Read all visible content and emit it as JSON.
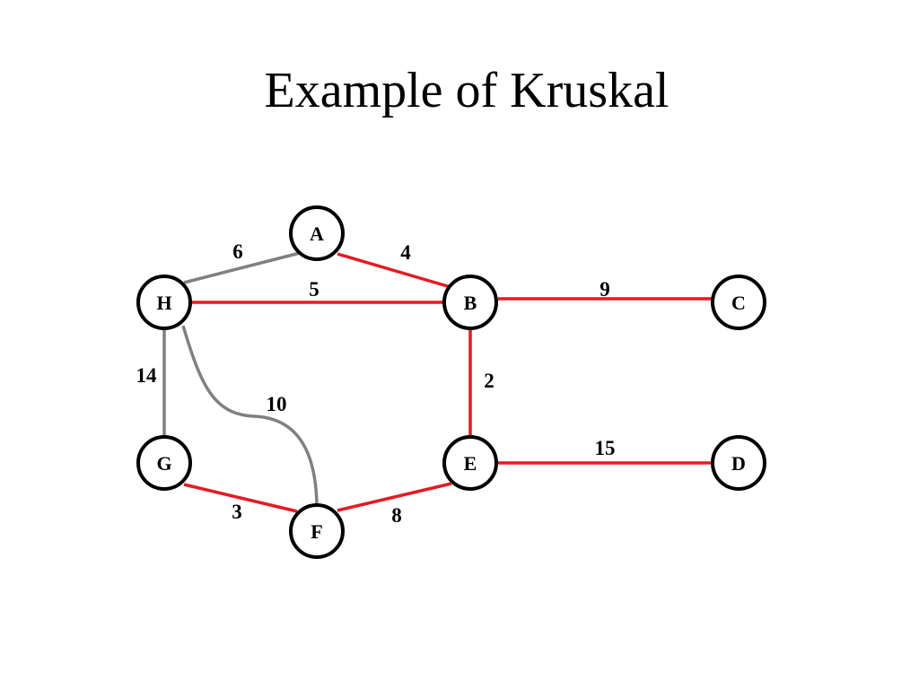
{
  "title": "Example of Kruskal",
  "colors": {
    "mst_edge": "#e31b23",
    "non_mst_edge": "#808080",
    "node_fill": "#ffffff",
    "node_stroke": "#000000",
    "text": "#000000"
  },
  "nodes": {
    "A": "A",
    "B": "B",
    "C": "C",
    "D": "D",
    "E": "E",
    "F": "F",
    "G": "G",
    "H": "H"
  },
  "edges": [
    {
      "id": "a-b",
      "from": "A",
      "to": "B",
      "weight": "4",
      "in_mst": true
    },
    {
      "id": "h-b",
      "from": "H",
      "to": "B",
      "weight": "5",
      "in_mst": true
    },
    {
      "id": "h-a",
      "from": "H",
      "to": "A",
      "weight": "6",
      "in_mst": false
    },
    {
      "id": "b-c",
      "from": "B",
      "to": "C",
      "weight": "9",
      "in_mst": true
    },
    {
      "id": "b-e",
      "from": "B",
      "to": "E",
      "weight": "2",
      "in_mst": true
    },
    {
      "id": "h-g",
      "from": "H",
      "to": "G",
      "weight": "14",
      "in_mst": false
    },
    {
      "id": "h-f",
      "from": "H",
      "to": "F",
      "weight": "10",
      "in_mst": false
    },
    {
      "id": "e-d",
      "from": "E",
      "to": "D",
      "weight": "15",
      "in_mst": true
    },
    {
      "id": "g-f",
      "from": "G",
      "to": "F",
      "weight": "3",
      "in_mst": true
    },
    {
      "id": "f-e",
      "from": "F",
      "to": "E",
      "weight": "8",
      "in_mst": true
    }
  ]
}
